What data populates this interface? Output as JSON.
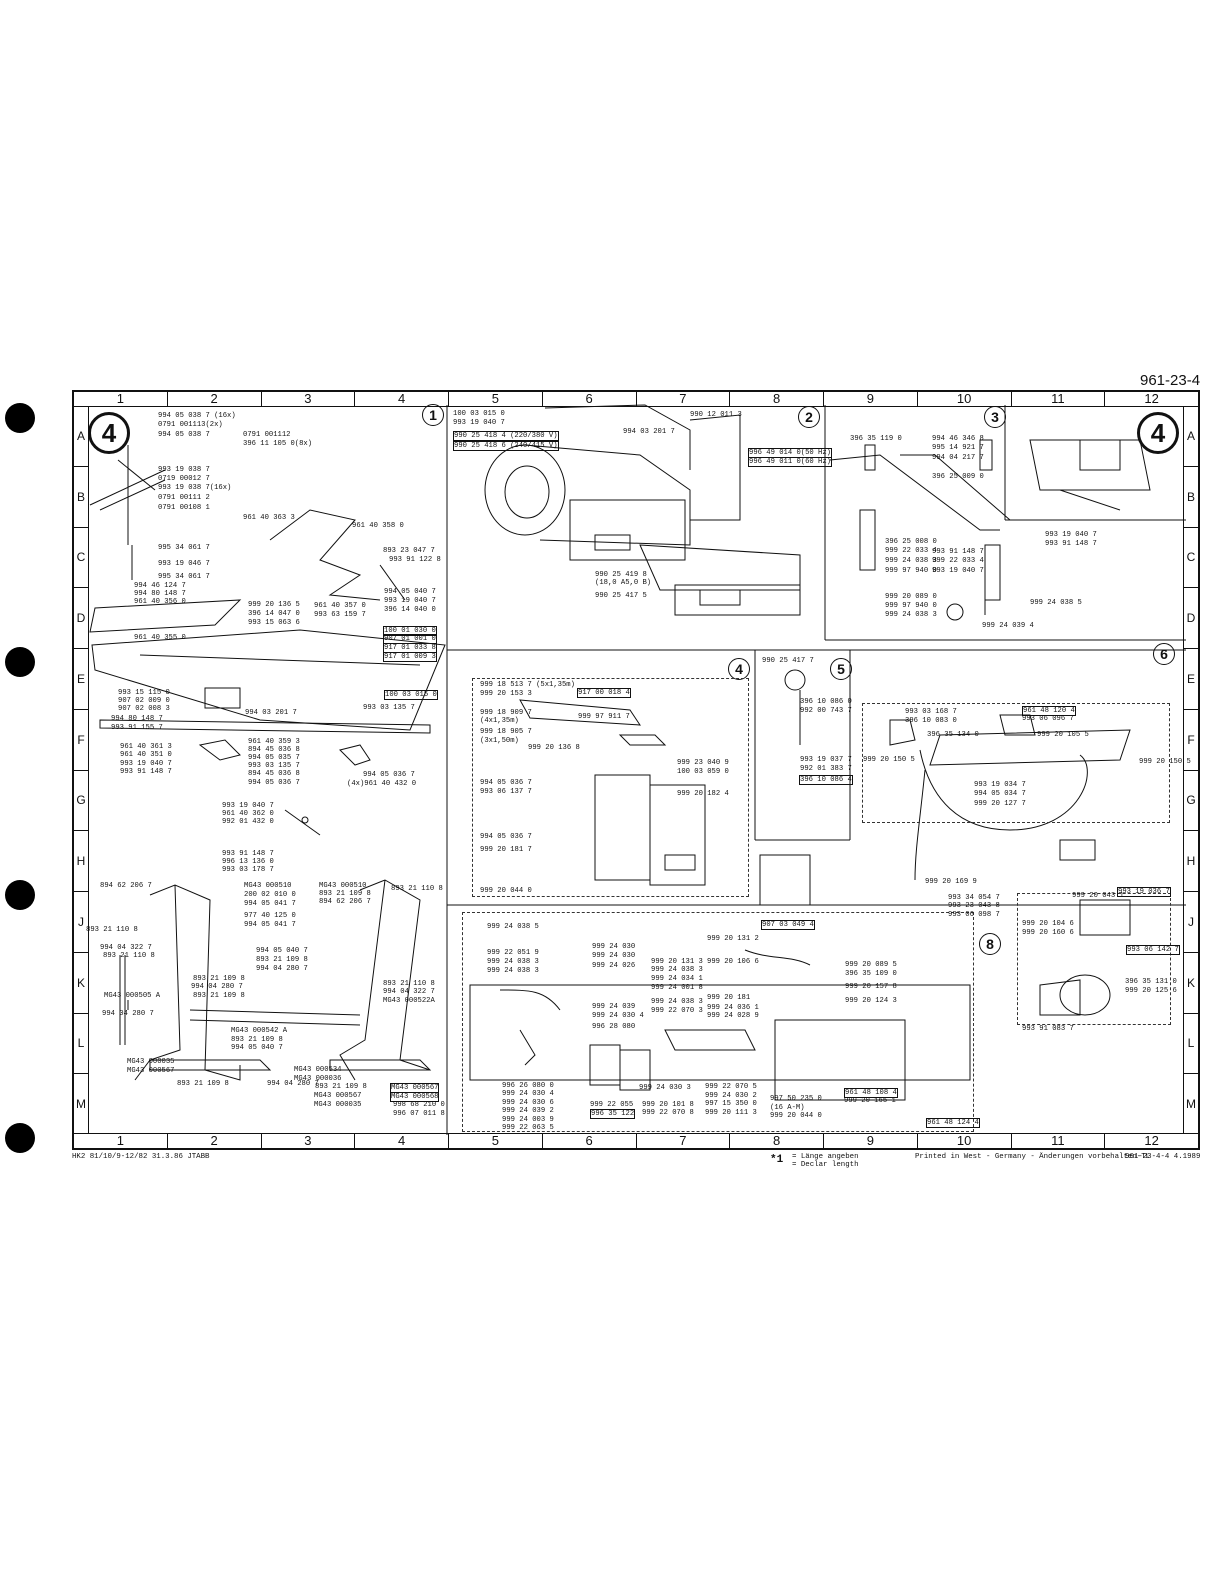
{
  "sheet_number": "961-23-4",
  "columns": [
    "1",
    "2",
    "3",
    "4",
    "5",
    "6",
    "7",
    "8",
    "9",
    "10",
    "11",
    "12"
  ],
  "rows": [
    "A",
    "B",
    "C",
    "D",
    "E",
    "F",
    "G",
    "H",
    "J",
    "K",
    "L",
    "M"
  ],
  "sections": [
    "1",
    "2",
    "3",
    "4",
    "5",
    "6",
    "8"
  ],
  "big_markers": [
    "4",
    "4"
  ],
  "labels_sec1": [
    "994 05 038 7 (16x)",
    "0791 001113(2x)",
    "994 05 038 7",
    "0791 001112",
    "396 11 105 0(8x)",
    "993 19 038 7",
    "0719 00012 7",
    "993 19 038 7(16x)",
    "0791 00111 2",
    "0791 00108 1",
    "961 40 363 3",
    "961 40 358 0",
    "995 34 061 7",
    "993 19 046 7",
    "995 34 061 7",
    "994 46 124 7",
    "994 80 148 7",
    "961 40 356 0",
    "893 23 047 7",
    "993 91 122 8",
    "999 20 136 5",
    "396 14 047 0",
    "993 15 063 6",
    "961 40 357 0",
    "993 63 159 7",
    "994 05 040 7",
    "993 19 040 7",
    "396 14 040 0",
    "961 40 355 0",
    "100 01 030 0",
    "907 01 001 0",
    "917 01 033 8",
    "917 01 009 3",
    "993 15 115 0",
    "907 02 009 0",
    "907 02 008 3",
    "994 80 148 7",
    "993 91 155 7",
    "994 03 201 7",
    "100 03 015 0",
    "993 03 135 7",
    "961 40 361 3",
    "961 40 359 3",
    "961 40 351 0",
    "894 45 036 8",
    "993 19 040 7",
    "994 05 035 7",
    "993 91 148 7",
    "993 03 135 7",
    "894 45 036 8",
    "994 05 036 7",
    "994 05 036 7",
    "(4x)961 40 432 0",
    "993 19 040 7",
    "961 40 362 0",
    "992 01 432 0",
    "993 91 148 7",
    "996 13 136 0",
    "993 03 178 7"
  ],
  "labels_sec1_stand": [
    "894 62 206 7",
    "MG43 000510",
    "MG43 000510",
    "200 02 010 0",
    "893 21 109 8",
    "893 21 110 8",
    "994 05 041 7",
    "894 62 206 7",
    "977 40 125 0",
    "994 05 041 7",
    "893 21 110 8",
    "994 04 322 7",
    "893 21 110 8",
    "994 05 040 7",
    "893 21 109 8",
    "994 04 280 7",
    "893 21 109 8",
    "994 04 280 7",
    "893 21 110 8",
    "MG43 000505 A",
    "893 21 109 8",
    "994 04 322 7",
    "MG43 000522A",
    "994 04 280 7",
    "MG43 000542 A",
    "893 21 109 8",
    "994 05 040 7",
    "MG43 000035",
    "MG43 000534",
    "MG43 000567",
    "MG43 000036",
    "893 21 109 8",
    "994 04 280 7",
    "893 21 109 8",
    "MG43 000567",
    "MG43 000567",
    "MG43 000568",
    "MG43 000035",
    "998 68 210 0",
    "996 07 011 8"
  ],
  "labels_sec2": [
    "100 03 015 0",
    "993 19 040 7",
    "990 12 011 3",
    "994 03 201 7",
    "990 25 418 4 (220/380 V)",
    "990 25 418 6 (240/415 V)",
    "996 49 014 0(50 Hz)",
    "996 49 011 0(60 Hz)",
    "990 25 419 8",
    "(18,0 A5,0 B)",
    "990 25 417 5"
  ],
  "labels_sec3": [
    "396 35 119 0",
    "994 46 346 8",
    "995 14 921 7",
    "994 04 217 7",
    "396 25 009 0",
    "396 25 008 0",
    "999 22 033 4",
    "999 24 038 3",
    "999 97 940 0",
    "993 91 148 7",
    "999 22 033 4",
    "993 19 040 7",
    "993 19 040 7",
    "993 91 148 7",
    "999 20 089 0",
    "999 97 940 0",
    "999 24 038 3",
    "999 24 038 5",
    "999 24 039 4"
  ],
  "labels_sec4": [
    "999 18 513 7 (5x1,35m)",
    "999 20 153 3",
    "917 00 018 4",
    "999 18 909 7",
    "(4x1,35m)",
    "999 18 905 7",
    "(3x1,50m)",
    "999 97 911 7",
    "999 20 136 8",
    "999 23 040 9",
    "100 03 059 0",
    "994 05 036 7",
    "993 06 137 7",
    "999 20 182 4",
    "994 05 036 7",
    "999 20 181 7",
    "999 20 044 0"
  ],
  "labels_sec5": [
    "990 25 417 7",
    "396 10 086 0",
    "992 00 743 7",
    "993 19 037 7",
    "992 01 383 7",
    "396 10 086 4",
    "907 03 049 4"
  ],
  "labels_sec6": [
    "993 03 168 7",
    "396 10 083 0",
    "961 48 120 4",
    "993 06 096 7",
    "396 35 134 0",
    "999 20 105 5",
    "999 20 150 5",
    "999 20 150 5",
    "993 19 034 7",
    "994 05 034 7",
    "999 20 127 7",
    "999 20 169 9",
    "993 34 054 7",
    "993 23 043 8",
    "993 06 098 7",
    "999 20 043 1",
    "993 19 036 7",
    "999 20 104 6",
    "999 20 160 6",
    "993 06 142 7",
    "396 35 131 0",
    "999 20 125 6",
    "993 91 083 7"
  ],
  "labels_sec8": [
    "999 24 038 5",
    "999 20 131 2",
    "999 22 051 9",
    "999 24 038 3",
    "999 24 038 3",
    "999 24 030",
    "999 24 030",
    "999 24 026",
    "999 20 131 3",
    "999 24 038 3",
    "999 24 034 1",
    "999 24 001 8",
    "999 20 106 6",
    "999 20 089 5",
    "396 35 109 0",
    "999 20 157 8",
    "999 20 124 3",
    "999 24 039",
    "999 24 030 4",
    "996 28 080",
    "999 24 038 3",
    "999 22 070 3",
    "999 20 181",
    "999 24 036 1",
    "999 24 028 9",
    "996 26 080 0",
    "999 24 030 4",
    "999 24 030 6",
    "999 24 039 2",
    "999 24 003 9",
    "999 22 063 5",
    "999 24 030 3",
    "999 22 055",
    "996 35 122",
    "999 22 070 5",
    "999 24 030 2",
    "999 22 070 8",
    "999 20 101 8",
    "997 15 350 0",
    "999 20 111 3",
    "997 50 235 0",
    "(16 A-M)",
    "999 20 044 0",
    "961 48 108 4",
    "999 20 165 1",
    "961 48 124 4"
  ],
  "footer": {
    "left": "HK2 81/10/9-12/82 31.3.86 JTABB",
    "note_symbol": "*1",
    "note_de": "= Länge angeben",
    "note_en": "= Declar length",
    "printed": "Printed in West - Germany - Änderungen vorbehalten-TL",
    "code": "961-23-4-4 4.1989"
  }
}
